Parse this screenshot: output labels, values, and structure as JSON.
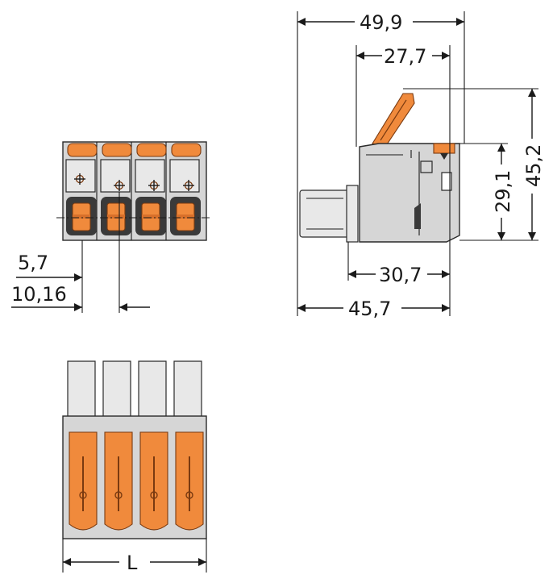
{
  "colors": {
    "housing": "#d6d6d6",
    "housing_light": "#e8e8e8",
    "actuator": "#f08a3c",
    "actuator_dark": "#d8702a",
    "lines": "#1a1a1a"
  },
  "front_view": {
    "dim_pitch_offset": "5,7",
    "dim_pitch": "10,16"
  },
  "side_view": {
    "dim_total_width_top": "49,9",
    "dim_lever_width": "27,7",
    "dim_total_height": "45,2",
    "dim_body_height": "29,1",
    "dim_body_width": "30,7",
    "dim_total_width_bottom": "45,7"
  },
  "top_view": {
    "dim_length": "L"
  }
}
